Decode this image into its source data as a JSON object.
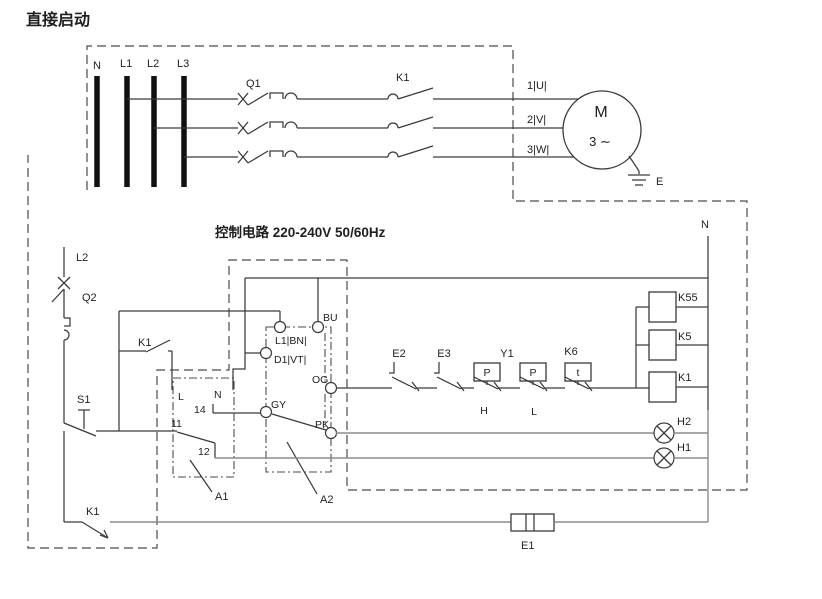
{
  "colors": {
    "line": "#3a3a3a",
    "gray_line": "#8c8c8c",
    "bar": "#111111",
    "background": "#ffffff"
  },
  "title": "直接启动",
  "control_title": "控制电路 220-240V  50/60Hz",
  "power": {
    "bars": [
      "N",
      "L1",
      "L2",
      "L3"
    ],
    "breaker": "Q1",
    "contactor": "K1",
    "terminals": [
      "1|U|",
      "2|V|",
      "3|W|"
    ],
    "motor": {
      "letter": "M",
      "phase": "3 ∼"
    },
    "earth": "E",
    "neutral": "N"
  },
  "control": {
    "supply": "L2",
    "breaker": "Q2",
    "start": "S1",
    "holding_contact": "K1",
    "heater_contact": "K1",
    "module_a1": {
      "name": "A1",
      "term_l": "L",
      "term_n": "N",
      "term_14": "14",
      "term_11": "11",
      "term_12": "12"
    },
    "module_a2": {
      "name": "A2",
      "bu": "BU",
      "l1bn": "L1|BN|",
      "d1vt": "D1|VT|",
      "og": "OG",
      "gy": "GY",
      "pk": "PK"
    },
    "sensors": {
      "e2": "E2",
      "e3": "E3",
      "y1": "Y1",
      "k6": "K6",
      "p1": "P",
      "p2": "P",
      "t": "t",
      "high": "H",
      "low": "L"
    },
    "relays": [
      "K55",
      "K5",
      "K1"
    ],
    "lamps": [
      "H2",
      "H1"
    ],
    "heater": "E1"
  }
}
